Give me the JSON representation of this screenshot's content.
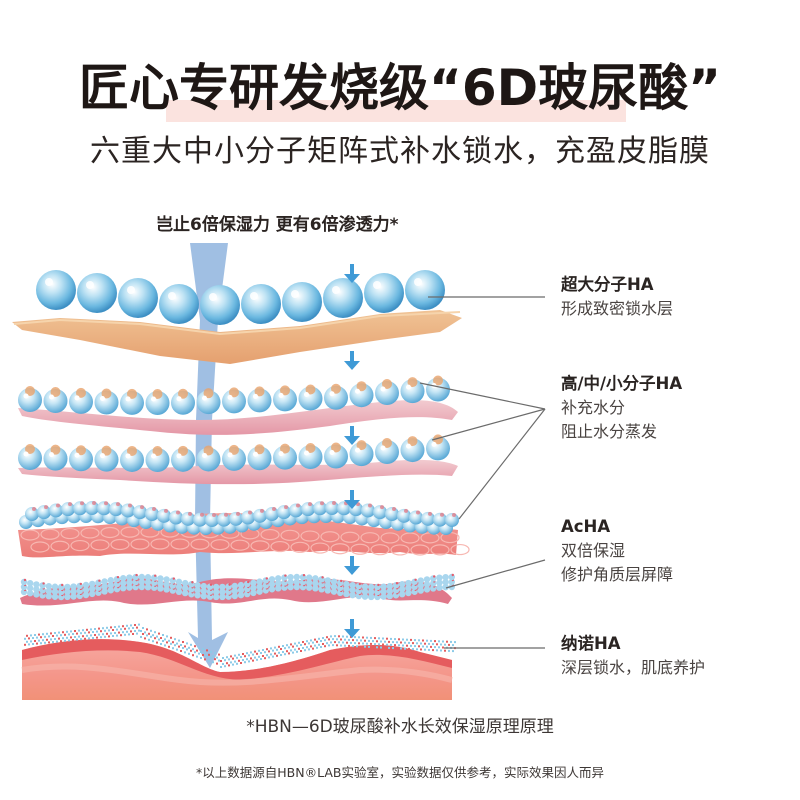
{
  "header": {
    "title": "匠心专研发烧级“6D玻尿酸”",
    "subtitle": "六重大中小分子矩阵式补水锁水，充盈皮脂膜",
    "highlight_color": "#fbe3df"
  },
  "tagline": "岂止6倍保湿力  更有6倍渗透力*",
  "layers": [
    {
      "title": "超大分子HA",
      "desc": [
        "形成致密锁水层"
      ]
    },
    {
      "title": "高/中/小分子HA",
      "desc": [
        "补充水分",
        "阻止水分蒸发"
      ]
    },
    {
      "title": "AcHA",
      "desc": [
        "双倍保湿",
        "修护角质层屏障"
      ]
    },
    {
      "title": "纳诺HA",
      "desc": [
        "深层锁水，肌底养护"
      ]
    }
  ],
  "caption": "*HBN—6D玻尿酸补水长效保湿原理原理",
  "disclaimer": "*以上数据源自HBN®LAB实验室，实验数据仅供参考，实际效果因人而异",
  "colors": {
    "penetration_arrow": "#8fb4de",
    "small_arrow": "#3f9ad6",
    "bubble": "#7cc2e6",
    "skin_tan": "#e9b07e",
    "skin_pink": "#e8a2ad",
    "skin_red": "#ec7a78",
    "leader_line": "#6b6b6b"
  }
}
